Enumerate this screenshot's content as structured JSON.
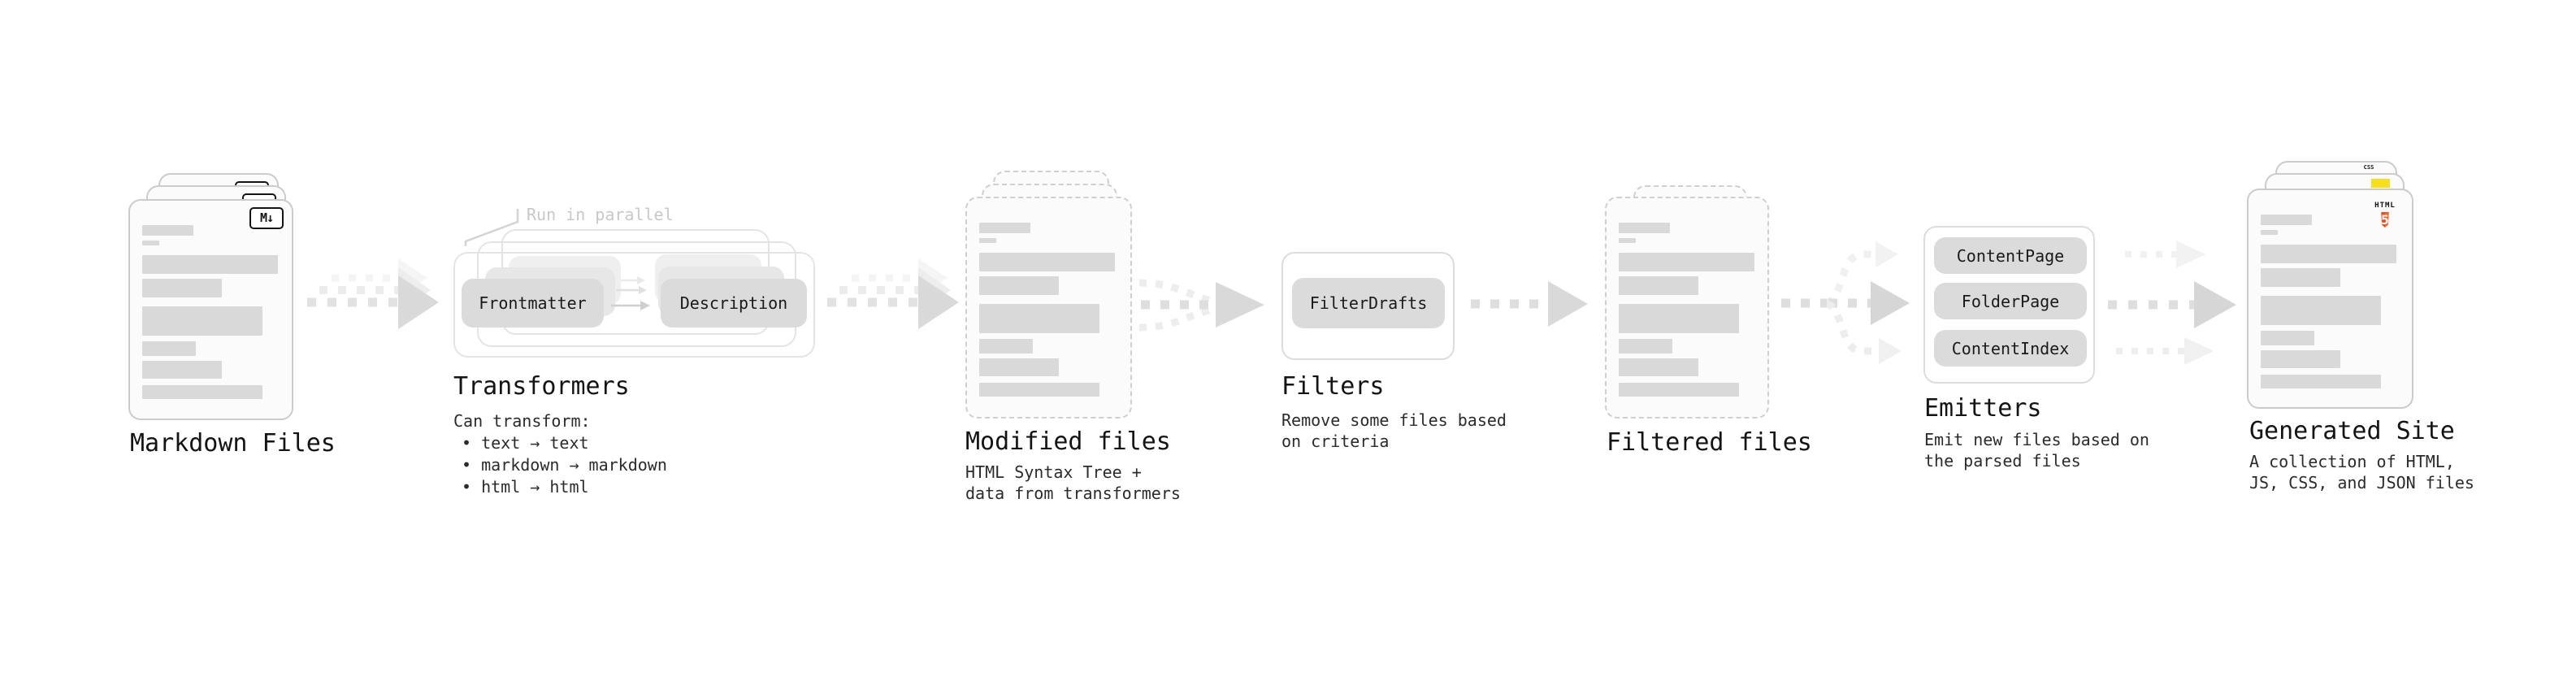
{
  "stages": {
    "markdown_files": {
      "label": "Markdown Files",
      "file_badge": "M↓"
    },
    "transformers": {
      "label": "Transformers",
      "annotation": "Run in parallel",
      "pill_left": "Frontmatter",
      "pill_right": "Description",
      "desc_title": "Can transform:",
      "bullets": [
        "• text → text",
        "• markdown → markdown",
        "• html → html"
      ]
    },
    "modified_files": {
      "label": "Modified files",
      "desc_lines": [
        "HTML Syntax Tree +",
        "data from transformers"
      ]
    },
    "filters": {
      "label": "Filters",
      "pill": "FilterDrafts",
      "desc_lines": [
        "Remove some files based",
        "on criteria"
      ]
    },
    "filtered_files": {
      "label": "Filtered files"
    },
    "emitters": {
      "label": "Emitters",
      "pills": [
        "ContentPage",
        "FolderPage",
        "ContentIndex"
      ],
      "desc_lines": [
        "Emit new files based on",
        "the parsed files"
      ]
    },
    "generated_site": {
      "label": "Generated Site",
      "desc_lines": [
        "A collection of HTML,",
        "JS, CSS, and JSON files"
      ],
      "css_badge": "CSS",
      "html5_badge_word": "HTML",
      "html5_badge_number": "5"
    }
  },
  "colors": {
    "html5_orange": "#e44d26",
    "html5_orange_light": "#f16529",
    "js_yellow": "#f7df1e",
    "css_blue": "#2962ef",
    "doc_border": "#cbcbcb",
    "placeholder_bar": "#d9d9d9",
    "pill_gray": "#dbdbdb",
    "arrow_gray": "#dedede",
    "annotation_gray": "#c8c8c8"
  }
}
